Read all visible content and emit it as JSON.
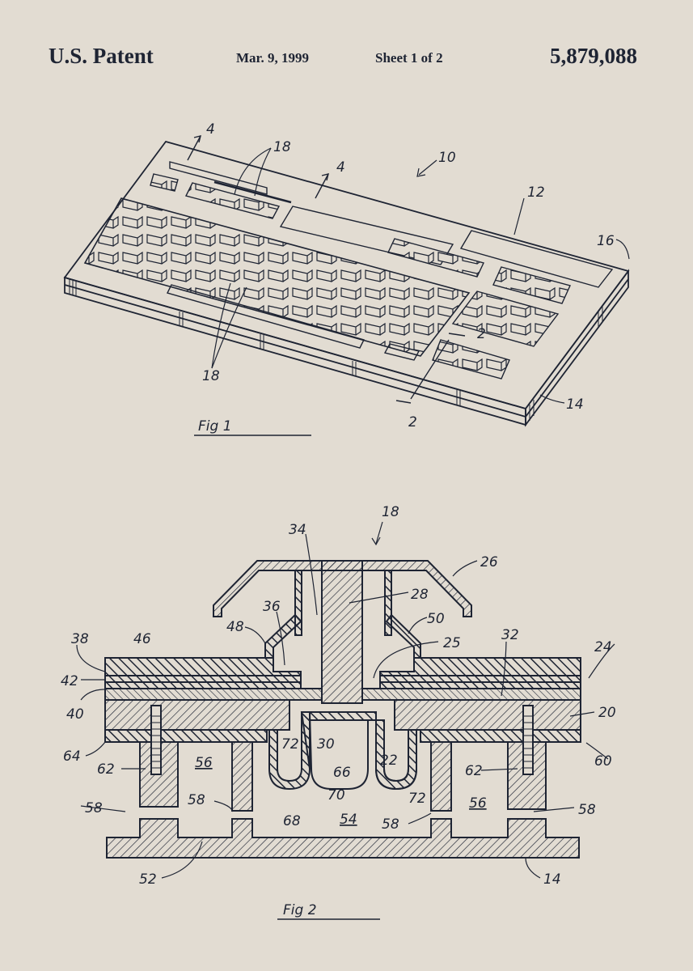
{
  "header": {
    "title": "U.S. Patent",
    "date": "Mar. 9, 1999",
    "sheet": "Sheet 1 of 2",
    "patent_number": "5,879,088"
  },
  "colors": {
    "paper": "#e2dcd2",
    "ink": "#1e2433"
  },
  "fig1": {
    "caption": "Fig 1",
    "labels": {
      "keyboard": "10",
      "panel": "12",
      "base": "14",
      "edge": "16",
      "keys_top": "18",
      "keys_bottom": "18",
      "section_4a": "4",
      "section_4b": "4",
      "section_2a": "2",
      "section_2b": "2"
    }
  },
  "fig2": {
    "caption": "Fig 2",
    "labels": {
      "key": "18",
      "stem": "34",
      "cap": "26",
      "guide": "28",
      "l36": "36",
      "l48": "48",
      "l50": "50",
      "l25": "25",
      "l32": "32",
      "l24": "24",
      "l38": "38",
      "l46": "46",
      "l42": "42",
      "l40": "40",
      "l20": "20",
      "l64": "64",
      "l60": "60",
      "l62a": "62",
      "l62b": "62",
      "l56a": "56",
      "l56b": "56",
      "l72a": "72",
      "l72b": "72",
      "l30": "30",
      "l66": "66",
      "l22": "22",
      "l70": "70",
      "l68": "68",
      "l54": "54",
      "l58a": "58",
      "l58b": "58",
      "l58c": "58",
      "l58d": "58",
      "l52": "52",
      "l14": "14"
    }
  }
}
